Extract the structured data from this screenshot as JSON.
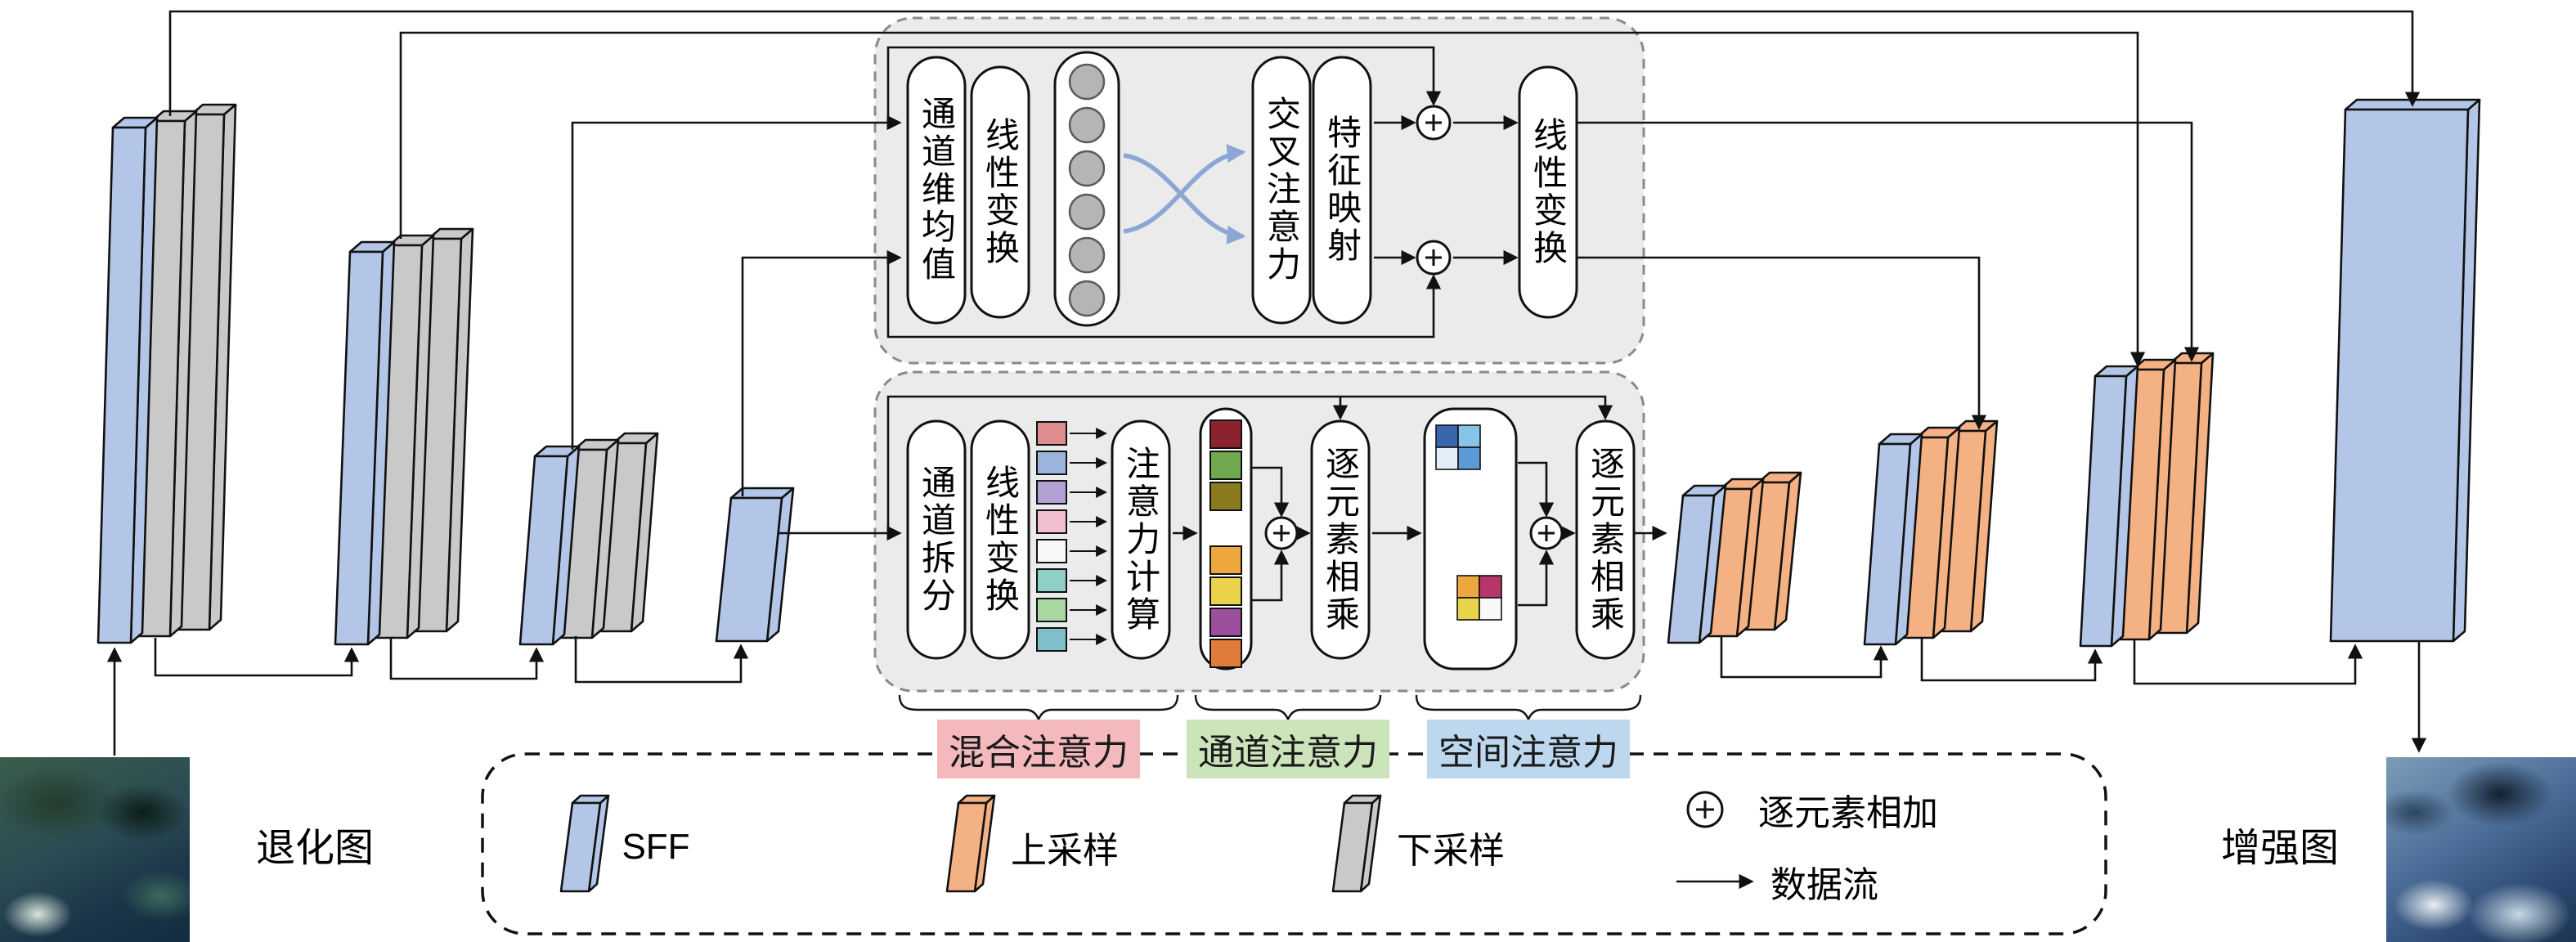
{
  "labels": {
    "degraded": "退化图",
    "enhanced": "增强图"
  },
  "cross_module": {
    "channel_mean": "通道维均值",
    "linear_in": "线性变换",
    "cross_attention": "交叉注意力",
    "feature_map": "特征映射",
    "linear_out": "线性变换"
  },
  "mixed_module": {
    "channel_split": "通道拆分",
    "linear": "线性变换",
    "attention_compute": "注意力计算",
    "elementwise_mul_1": "逐元素相乘",
    "elementwise_mul_2": "逐元素相乘"
  },
  "sections": {
    "mixed": "混合注意力",
    "channel": "通道注意力",
    "spatial": "空间注意力"
  },
  "legend": {
    "sff": "SFF",
    "upsample": "上采样",
    "downsample": "下采样",
    "elementwise_add": "逐元素相加",
    "data_flow": "数据流"
  },
  "colors": {
    "sff_blue": "#b3c6e7",
    "upsample_orange": "#f4b183",
    "downsample_gray": "#c9c9c9",
    "module_box_fill": "#ebebeb",
    "mixed_label_bg": "#f4b9bd",
    "channel_label_bg": "#cbe4ba",
    "spatial_label_bg": "#bdd8ee",
    "cross_arrow_blue": "#8ca6d6",
    "split_squares": [
      "#dd8d8d",
      "#9ab4dc",
      "#b3a0d2",
      "#f0becd",
      "#f7f7f7",
      "#8ecfc6",
      "#a8d8a0",
      "#7fbfca"
    ],
    "channel_strip_top": [
      "#8c2230",
      "#6fa84f",
      "#8a7a1e"
    ],
    "channel_strip_bottom": [
      "#eda83d",
      "#ead34b",
      "#9c4f9c",
      "#e07b39"
    ],
    "spatial_grid_top": [
      "#3a66ae",
      "#86c5e8",
      "#e4eef8",
      "#5b9bd5"
    ],
    "spatial_grid_bottom": [
      "#eda83d",
      "#b53668",
      "#e8d44b",
      "#f8f8f8"
    ]
  }
}
